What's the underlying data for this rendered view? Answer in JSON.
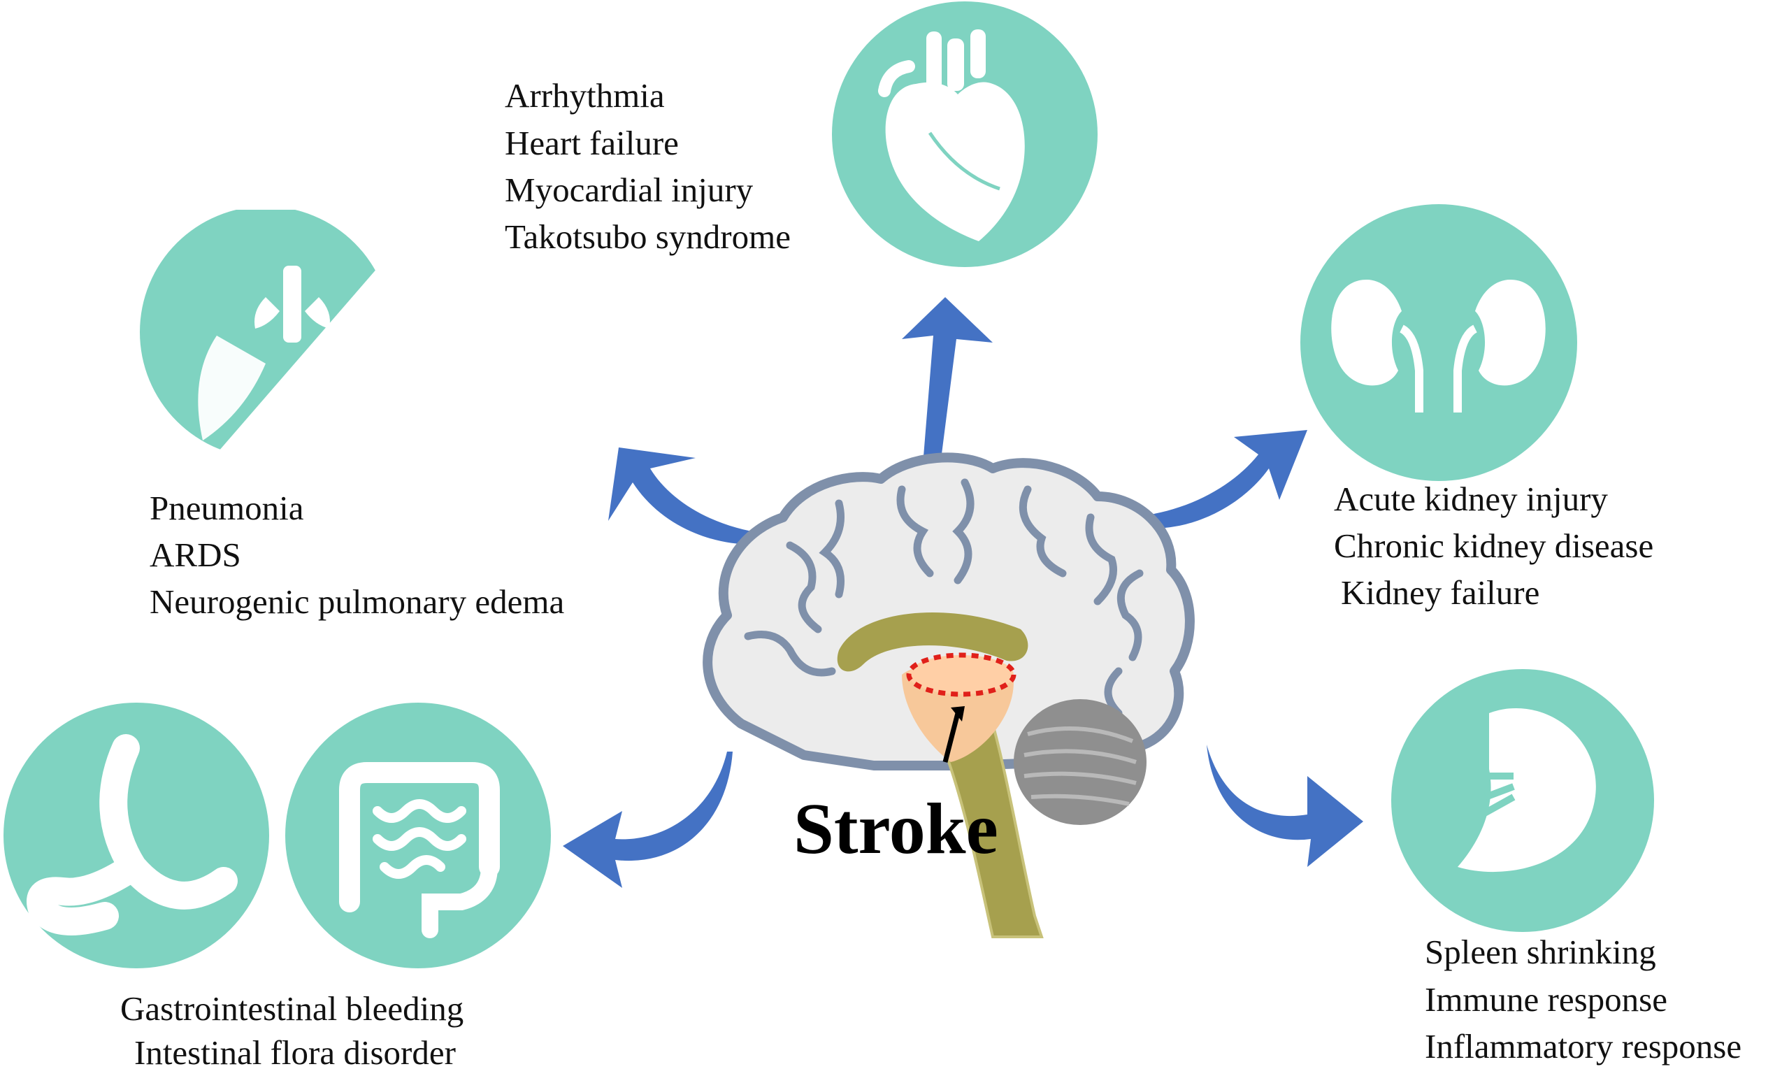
{
  "colors": {
    "organ_circle": "#7fd3c1",
    "arrow": "#4472c4",
    "brain_outline": "#7f90aa",
    "brain_fill": "#ececec",
    "brainstem": "#a6a04e",
    "cerebellum": "#8f8f8f",
    "lesion": "#ffcfa6",
    "lesion_border": "#e0201a"
  },
  "center": {
    "label": "Stroke",
    "icon": "brain-sagittal-icon"
  },
  "organs": [
    {
      "id": "heart",
      "icon": "heart-icon",
      "conditions": [
        "Arrhythmia",
        "Heart failure",
        "Myocardial injury",
        "Takotsubo syndrome"
      ]
    },
    {
      "id": "lung",
      "icon": "lung-icon",
      "conditions": [
        "Pneumonia",
        "ARDS",
        "Neurogenic pulmonary edema"
      ]
    },
    {
      "id": "kidney",
      "icon": "kidney-icon",
      "conditions": [
        "Acute kidney injury",
        "Chronic kidney disease",
        "Kidney failure"
      ]
    },
    {
      "id": "gut",
      "icons": [
        "stomach-icon",
        "intestine-icon"
      ],
      "conditions": [
        "Gastrointestinal bleeding",
        "Intestinal flora disorder"
      ]
    },
    {
      "id": "spleen",
      "icon": "spleen-icon",
      "conditions": [
        "Spleen shrinking",
        "Immune response",
        "Inflammatory response"
      ]
    }
  ]
}
